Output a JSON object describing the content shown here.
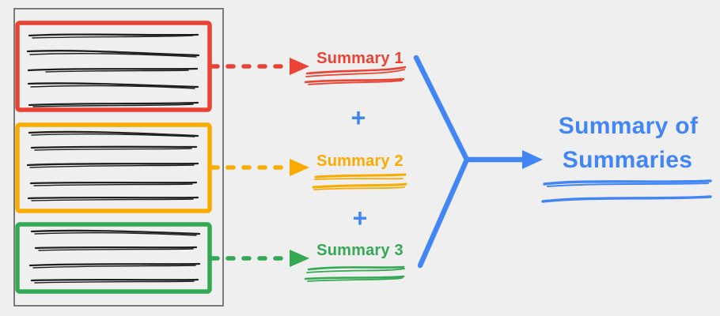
{
  "diagram_title": "map-reduce summarization flow",
  "colors": {
    "background": "#EFEFEF",
    "document_stack_border": "#7A7A7A",
    "ink": "#1F1F1F",
    "red": "#EA4335",
    "orange": "#F9AB00",
    "green": "#34A853",
    "blue": "#4285F4"
  },
  "documents": [
    {
      "name": "document-section-1",
      "color": "#EA4335",
      "scribble_line_count": 5
    },
    {
      "name": "document-section-2",
      "color": "#F9AB00",
      "scribble_line_count": 5
    },
    {
      "name": "document-section-3",
      "color": "#34A853",
      "scribble_line_count": 4
    }
  ],
  "summaries": [
    {
      "label": "Summary 1",
      "color": "#EA4335"
    },
    {
      "label": "Summary 2",
      "color": "#F9AB00"
    },
    {
      "label": "Summary 3",
      "color": "#34A853"
    }
  ],
  "operators": {
    "plus": "+"
  },
  "output": {
    "label_line1": "Summary of",
    "label_line2": "Summaries",
    "color": "#4285F4"
  }
}
